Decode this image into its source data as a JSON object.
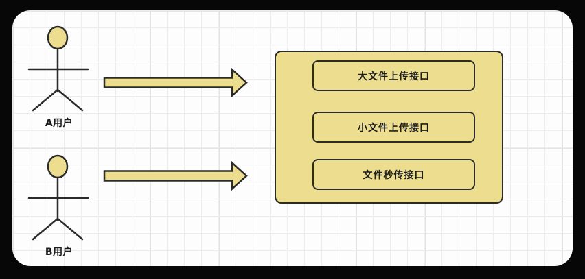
{
  "palette": {
    "shape_fill": "#ecde8e",
    "shape_stroke": "#2b2b2b",
    "text_color": "#1c1c1c",
    "canvas_background": "#fdfdfd",
    "frame_color": "#070707"
  },
  "actors": [
    {
      "label": "A用户"
    },
    {
      "label": "B用户"
    }
  ],
  "arrows": [
    {
      "name": "arrow-from-actor-a",
      "direction": "right"
    },
    {
      "name": "arrow-from-actor-b",
      "direction": "right"
    }
  ],
  "interface_group": {
    "boxes": [
      {
        "label": "大文件上传接口"
      },
      {
        "label": "小文件上传接口"
      },
      {
        "label": "文件秒传接口"
      }
    ]
  }
}
